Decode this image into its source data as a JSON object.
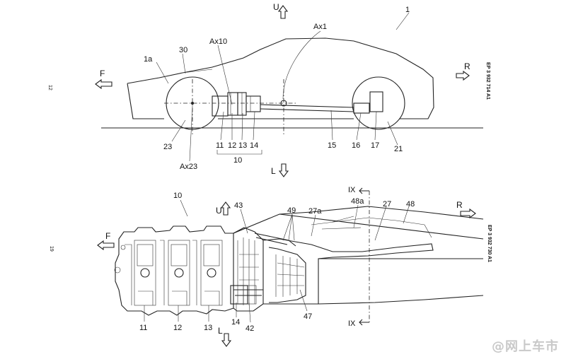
{
  "figure_top": {
    "sheet_no": "12",
    "pub_no": "EP 3 932 714 A1",
    "directions": {
      "up": "U",
      "front": "F",
      "rear": "R",
      "left": "L"
    },
    "labels": {
      "vehicle": "1",
      "body_front": "1a",
      "body": "30",
      "unit": "Ax10",
      "axis1": "Ax1",
      "wheel_axis": "Ax23",
      "front_wheel": "23",
      "n11": "11",
      "n12": "12",
      "n13": "13",
      "n14": "14",
      "assembly": "10",
      "shaft": "15",
      "n16": "16",
      "n17": "17",
      "rear_wheel": "21"
    }
  },
  "figure_bottom": {
    "sheet_no": "19",
    "pub_no": "EP 3 932 730 A1",
    "directions": {
      "up": "U",
      "front": "F",
      "rear": "R",
      "low": "L"
    },
    "section": "IX",
    "labels": {
      "assembly": "10",
      "n43": "43",
      "n49": "49",
      "n27a": "27a",
      "n48a": "48a",
      "n27": "27",
      "n48": "48",
      "n11": "11",
      "n12": "12",
      "n13": "13",
      "n14": "14",
      "n42": "42",
      "n47": "47"
    }
  },
  "watermark": "@网上车市"
}
